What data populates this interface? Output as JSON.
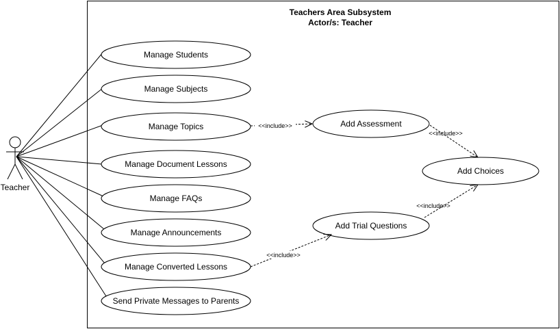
{
  "system": {
    "title": "Teachers Area Subsystem",
    "subtitle": "Actor/s: Teacher"
  },
  "actor": {
    "label": "Teacher"
  },
  "use_cases": {
    "manage_students": "Manage Students",
    "manage_subjects": "Manage Subjects",
    "manage_topics": "Manage Topics",
    "manage_document_lessons": "Manage Document Lessons",
    "manage_faqs": "Manage FAQs",
    "manage_announcements": "Manage Announcements",
    "manage_converted_lessons": "Manage Converted Lessons",
    "send_private_messages": "Send Private Messages to Parents",
    "add_assessment": "Add Assessment",
    "add_choices": "Add Choices",
    "add_trial_questions": "Add Trial Questions"
  },
  "relations": {
    "include_label": "<<include>>"
  }
}
